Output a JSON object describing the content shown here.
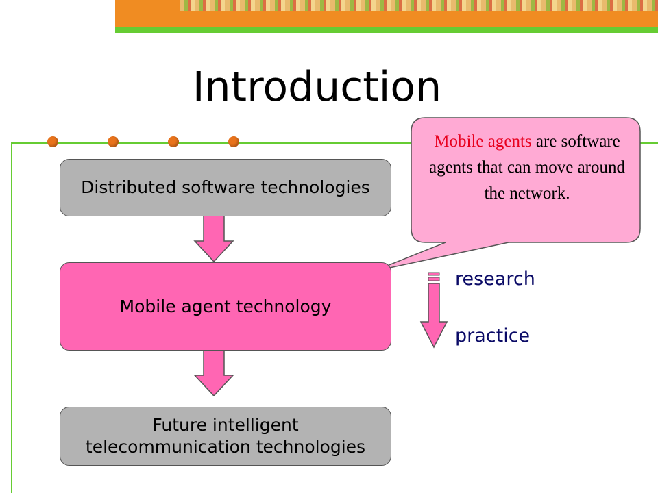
{
  "slide": {
    "title": "Introduction"
  },
  "flow": {
    "box1": "Distributed software technologies",
    "box2": "Mobile agent technology",
    "box3_line1": "Future intelligent",
    "box3_line2": "telecommunication technologies"
  },
  "side_arrow": {
    "top_label": "research",
    "bottom_label": "practice"
  },
  "callout": {
    "highlight": "Mobile agents",
    "rest": " are software agents that can move around the network."
  },
  "colors": {
    "accent_orange": "#f08c22",
    "accent_green": "#66cc33",
    "box_grey": "#b3b3b3",
    "box_pink": "#ff66b3",
    "callout_fill": "#ffaad4",
    "highlight_red": "#e8001e"
  }
}
